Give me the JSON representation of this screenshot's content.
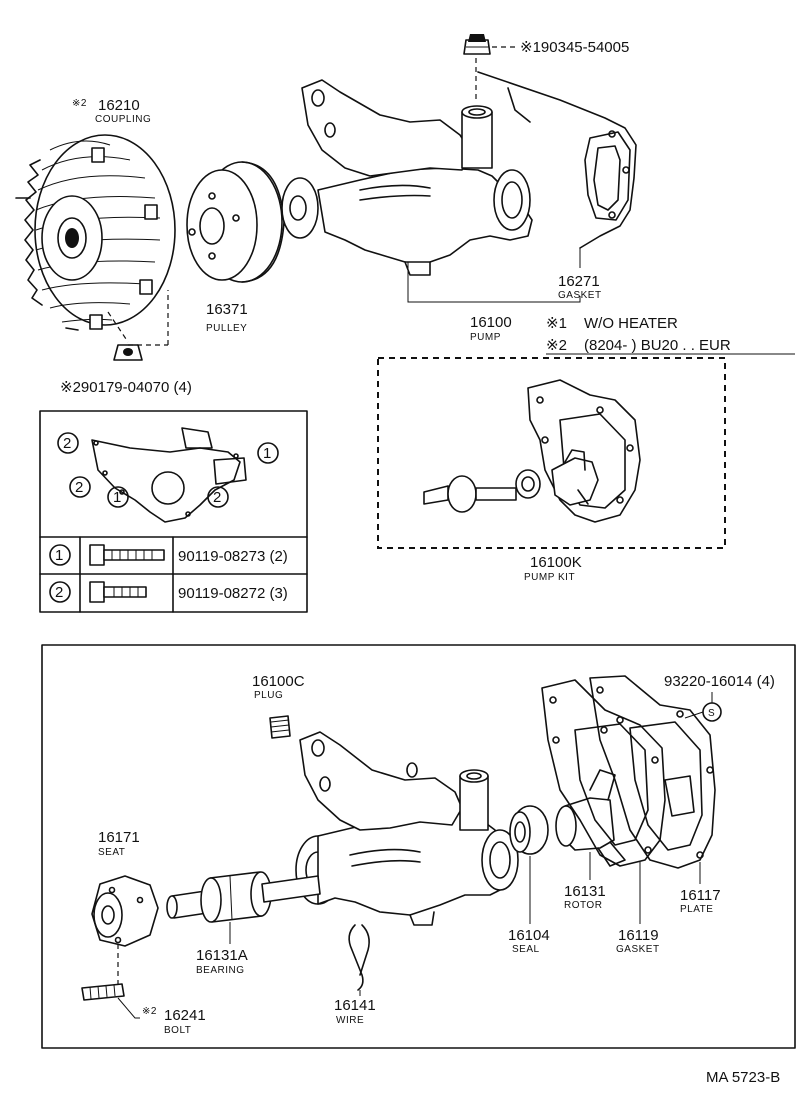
{
  "top": {
    "cap_part": "※190345-54005",
    "coupling": {
      "mark": "※2",
      "number": "16210",
      "name": "COUPLING"
    },
    "pulley": {
      "number": "16371",
      "name": "PULLEY"
    },
    "nut": "※290179-04070 (4)",
    "gasket": {
      "number": "16271",
      "name": "GASKET"
    },
    "pump": {
      "number": "16100",
      "name": "PUMP"
    },
    "notes": [
      {
        "mark": "※1",
        "text": "W/O HEATER"
      },
      {
        "mark": "※2",
        "text": "(8204-        ) BU20 . . EUR"
      }
    ]
  },
  "bolt_table": {
    "diagram_labels": [
      "2",
      "1",
      "2",
      "1",
      "2"
    ],
    "rows": [
      {
        "key": "1",
        "part": "90119-08273 (2)"
      },
      {
        "key": "2",
        "part": "90119-08272 (3)"
      }
    ]
  },
  "pump_kit": {
    "number": "16100K",
    "name": "PUMP KIT"
  },
  "exploded": {
    "plug": {
      "number": "16100C",
      "name": "PLUG"
    },
    "screw": {
      "part": "93220-16014 (4)",
      "symbol": "S"
    },
    "seat": {
      "number": "16171",
      "name": "SEAT"
    },
    "bearing": {
      "number": "16131A",
      "name": "BEARING"
    },
    "bolt": {
      "mark": "※2",
      "number": "16241",
      "name": "BOLT"
    },
    "wire": {
      "number": "16141",
      "name": "WIRE"
    },
    "seal": {
      "number": "16104",
      "name": "SEAL"
    },
    "rotor": {
      "number": "16131",
      "name": "ROTOR"
    },
    "gasket": {
      "number": "16119",
      "name": "GASKET"
    },
    "plate": {
      "number": "16117",
      "name": "PLATE"
    }
  },
  "figure_code": "MA 5723-B"
}
